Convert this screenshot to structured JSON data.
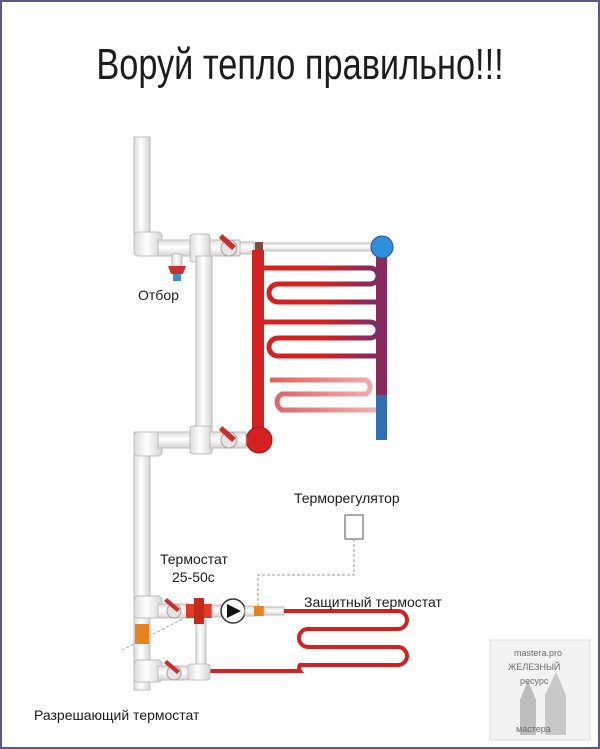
{
  "title": "Воруй тепло правильно!!!",
  "labels": {
    "otbor": "Отбор",
    "thermoregulator": "Терморегулятор",
    "thermostat_line1": "Термостат",
    "thermostat_line2": "25-50c",
    "protective": "Защитный термостат",
    "enabling": "Разрешающий термостат"
  },
  "watermark": [
    "mastera.pro",
    "ЖЕЛЕЗНЫЙ",
    "ресурс",
    "мастера"
  ],
  "colors": {
    "pipe_fill": "#eeeeee",
    "pipe_stroke": "#bdbdbd",
    "hot": "#d42020",
    "cold": "#2f6fb0",
    "valve_handle": "#cc2d2d",
    "thermostat_body": "#e23b2b",
    "enabling_thermostat": "#e8821e",
    "frame": "#5a5a8a"
  },
  "icons": [
    "ball-valve-icon",
    "pump-icon",
    "thermostat-icon",
    "drain-valve-icon"
  ]
}
